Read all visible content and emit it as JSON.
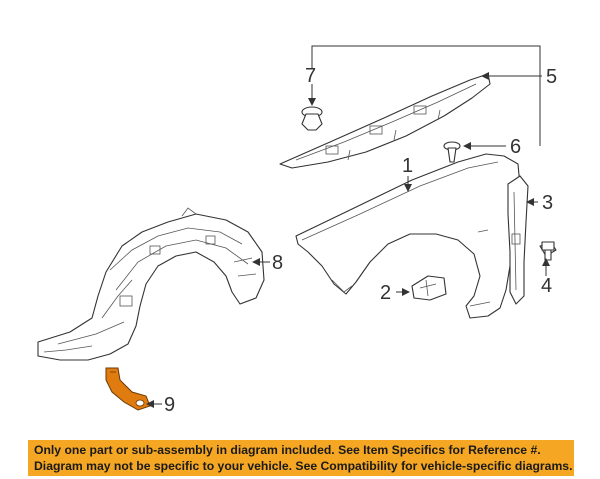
{
  "callouts": [
    {
      "id": "part-1",
      "label": "1"
    },
    {
      "id": "part-2",
      "label": "2"
    },
    {
      "id": "part-3",
      "label": "3"
    },
    {
      "id": "part-4",
      "label": "4"
    },
    {
      "id": "part-5",
      "label": "5"
    },
    {
      "id": "part-6",
      "label": "6"
    },
    {
      "id": "part-7",
      "label": "7"
    },
    {
      "id": "part-8",
      "label": "8"
    },
    {
      "id": "part-9",
      "label": "9"
    }
  ],
  "colors": {
    "banner_background": "#f5a623",
    "highlighted_part": "#e07b10",
    "line": "#333333"
  },
  "banner": {
    "line1": "Only one part or sub-assembly in diagram included. See Item Specifics for Reference #.",
    "line2": "Diagram may not be specific to your vehicle. See Compatibility for vehicle-specific diagrams."
  }
}
